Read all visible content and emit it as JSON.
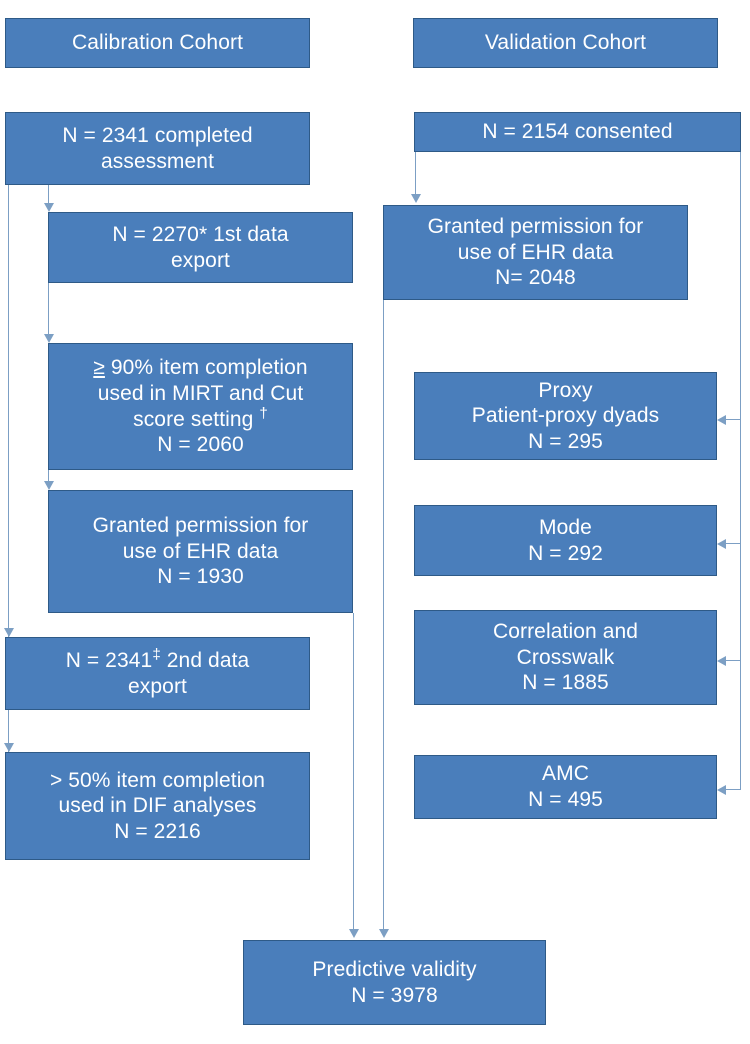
{
  "diagram": {
    "title": "Study cohort flow diagram",
    "colors": {
      "box_fill": "#4a7ebb",
      "box_border": "#2e5a87",
      "box_text": "#ffffff",
      "connector": "#7c9fc4",
      "background": "#ffffff"
    }
  },
  "columns": {
    "calibration": {
      "header": "Calibration Cohort",
      "nodes": [
        {
          "id": "cal-completed",
          "text": "N = 2341 completed\nassessment",
          "n": 2341
        },
        {
          "id": "cal-export1",
          "text": "N = 2270* 1st data\nexport",
          "n": 2270,
          "footnote": "*"
        },
        {
          "id": "cal-mirt",
          "line1_prefix": "≥",
          "line1_rest": " 90% item completion",
          "line2": "used in MIRT and Cut",
          "line3_rest": "score setting ",
          "line3_footnote": "†",
          "line4": "N = 2060",
          "n": 2060
        },
        {
          "id": "cal-ehr",
          "text": "Granted permission for\nuse of EHR data\nN = 1930",
          "n": 1930
        },
        {
          "id": "cal-export2",
          "pre": "N = 2341",
          "footnote": "‡",
          "post": " 2nd data\nexport",
          "n": 2341
        },
        {
          "id": "cal-dif",
          "text": "> 50% item completion\nused in DIF analyses\nN = 2216",
          "n": 2216
        }
      ]
    },
    "validation": {
      "header": "Validation Cohort",
      "nodes": [
        {
          "id": "val-consented",
          "text": "N = 2154 consented",
          "n": 2154
        },
        {
          "id": "val-ehr",
          "text": "Granted permission for\nuse of EHR data\nN= 2048",
          "n": 2048
        },
        {
          "id": "val-proxy",
          "text": "Proxy\nPatient-proxy dyads\nN = 295",
          "n": 295
        },
        {
          "id": "val-mode",
          "text": "Mode\nN = 292",
          "n": 292
        },
        {
          "id": "val-correlation",
          "text": "Correlation and\nCrosswalk\nN = 1885",
          "n": 1885
        },
        {
          "id": "val-amc",
          "text": "AMC\nN = 495",
          "n": 495
        }
      ]
    }
  },
  "outcome": {
    "id": "predictive-validity",
    "text": "Predictive validity\nN = 3978",
    "n": 3978
  },
  "chart_data": {
    "type": "flowchart",
    "title": "Calibration and Validation cohort flow",
    "nodes": [
      {
        "id": "cal-header",
        "label": "Calibration Cohort",
        "column": "calibration"
      },
      {
        "id": "cal-completed",
        "label": "N = 2341 completed assessment",
        "value": 2341,
        "column": "calibration"
      },
      {
        "id": "cal-export1",
        "label": "N = 2270* 1st data export",
        "value": 2270,
        "column": "calibration"
      },
      {
        "id": "cal-mirt",
        "label": "≥ 90% item completion used in MIRT and Cut score setting † N = 2060",
        "value": 2060,
        "column": "calibration"
      },
      {
        "id": "cal-ehr",
        "label": "Granted permission for use of EHR data N = 1930",
        "value": 1930,
        "column": "calibration"
      },
      {
        "id": "cal-export2",
        "label": "N = 2341‡ 2nd data export",
        "value": 2341,
        "column": "calibration"
      },
      {
        "id": "cal-dif",
        "label": "> 50% item completion used in DIF analyses N = 2216",
        "value": 2216,
        "column": "calibration"
      },
      {
        "id": "val-header",
        "label": "Validation Cohort",
        "column": "validation"
      },
      {
        "id": "val-consented",
        "label": "N = 2154 consented",
        "value": 2154,
        "column": "validation"
      },
      {
        "id": "val-ehr",
        "label": "Granted permission for use of EHR data N= 2048",
        "value": 2048,
        "column": "validation"
      },
      {
        "id": "val-proxy",
        "label": "Proxy Patient-proxy dyads N = 295",
        "value": 295,
        "column": "validation"
      },
      {
        "id": "val-mode",
        "label": "Mode N = 292",
        "value": 292,
        "column": "validation"
      },
      {
        "id": "val-correlation",
        "label": "Correlation and Crosswalk N = 1885",
        "value": 1885,
        "column": "validation"
      },
      {
        "id": "val-amc",
        "label": "AMC N = 495",
        "value": 495,
        "column": "validation"
      },
      {
        "id": "predictive-validity",
        "label": "Predictive validity N = 3978",
        "value": 3978,
        "column": "shared"
      }
    ],
    "edges": [
      {
        "from": "cal-completed",
        "to": "cal-export1"
      },
      {
        "from": "cal-completed",
        "to": "cal-export2"
      },
      {
        "from": "cal-export1",
        "to": "cal-mirt"
      },
      {
        "from": "cal-mirt",
        "to": "cal-ehr"
      },
      {
        "from": "cal-export2",
        "to": "cal-dif"
      },
      {
        "from": "cal-ehr",
        "to": "predictive-validity"
      },
      {
        "from": "val-consented",
        "to": "val-ehr"
      },
      {
        "from": "val-consented",
        "to": "val-proxy"
      },
      {
        "from": "val-consented",
        "to": "val-mode"
      },
      {
        "from": "val-consented",
        "to": "val-correlation"
      },
      {
        "from": "val-consented",
        "to": "val-amc"
      },
      {
        "from": "val-ehr",
        "to": "predictive-validity"
      }
    ]
  }
}
